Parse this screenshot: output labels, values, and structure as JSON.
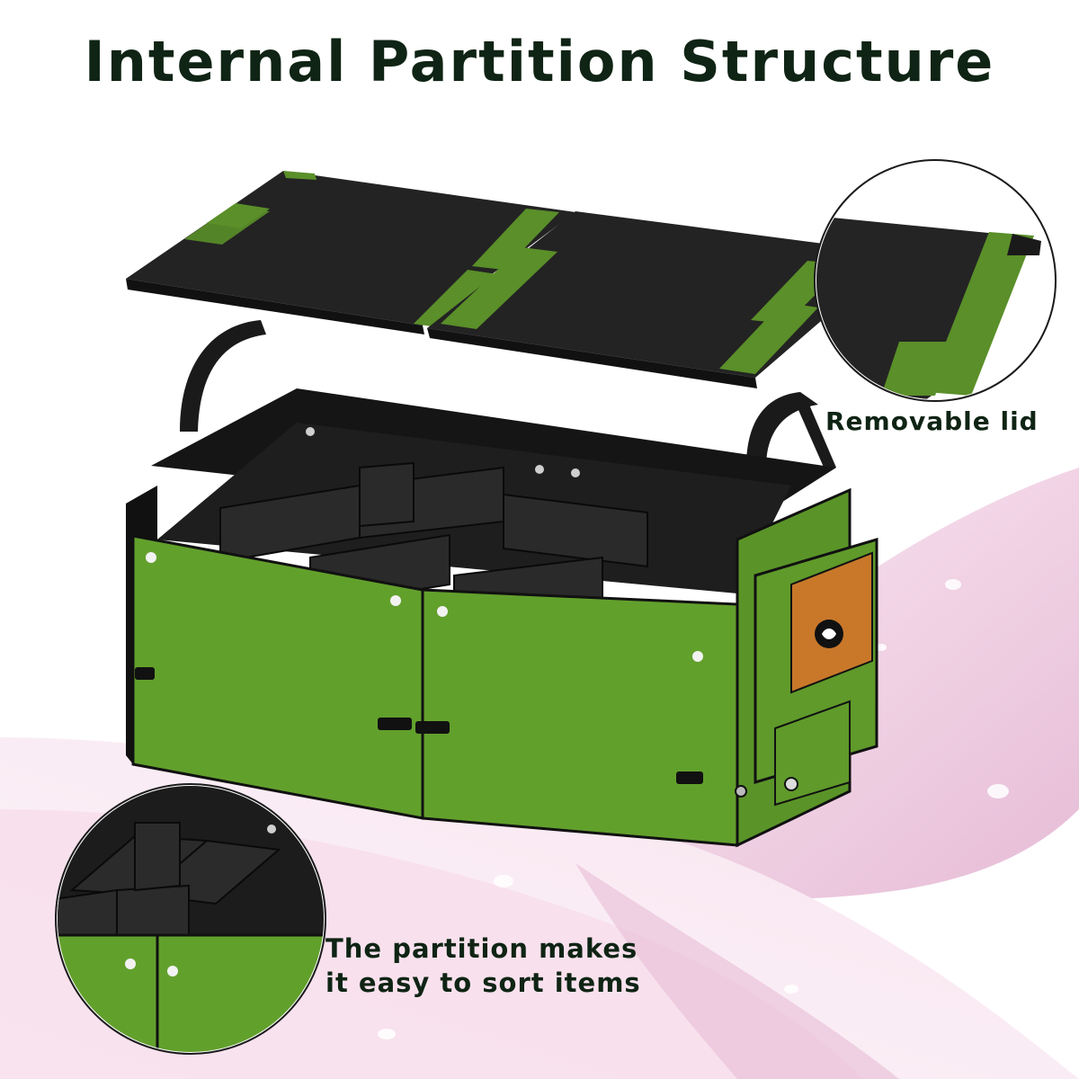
{
  "headline": "Internal Partition Structure",
  "callouts": {
    "lid": {
      "caption": "Removable lid"
    },
    "partition": {
      "caption_line1": "The partition makes",
      "caption_line2": "it easy to sort items"
    }
  },
  "colors": {
    "headline_text": "#0f2414",
    "product_green": "#5f9a2a",
    "product_black": "#1a1a1a",
    "label_orange": "#c9782a",
    "petal_pink": "#e9c6dc"
  },
  "icons": {
    "brand_logo": "leaf-logo-icon"
  }
}
